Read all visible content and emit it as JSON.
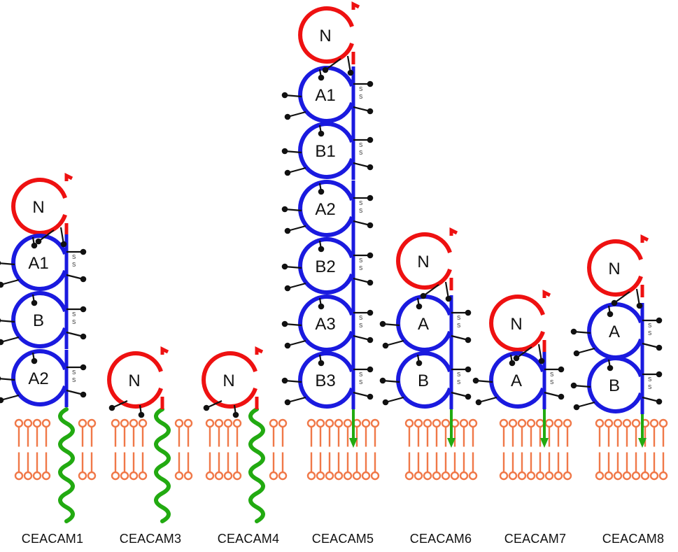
{
  "colors": {
    "n_domain": "#ee1111",
    "ig_domain": "#1a1adf",
    "transmembrane": "#22aa11",
    "membrane": "#f07848",
    "glycan": "#111111",
    "disulfide": "#555555"
  },
  "disulfide_glyph": "s",
  "molecules": [
    {
      "name": "CEACAM1",
      "anchor": "transmembrane",
      "domains": [
        {
          "label": "N",
          "type": "N"
        },
        {
          "label": "A1",
          "type": "Ig"
        },
        {
          "label": "B",
          "type": "Ig"
        },
        {
          "label": "A2",
          "type": "Ig"
        }
      ]
    },
    {
      "name": "CEACAM3",
      "anchor": "transmembrane",
      "domains": [
        {
          "label": "N",
          "type": "N"
        }
      ]
    },
    {
      "name": "CEACAM4",
      "anchor": "transmembrane",
      "domains": [
        {
          "label": "N",
          "type": "N"
        }
      ]
    },
    {
      "name": "CEACAM5",
      "anchor": "GPI",
      "domains": [
        {
          "label": "N",
          "type": "N"
        },
        {
          "label": "A1",
          "type": "Ig"
        },
        {
          "label": "B1",
          "type": "Ig"
        },
        {
          "label": "A2",
          "type": "Ig"
        },
        {
          "label": "B2",
          "type": "Ig"
        },
        {
          "label": "A3",
          "type": "Ig"
        },
        {
          "label": "B3",
          "type": "Ig"
        }
      ]
    },
    {
      "name": "CEACAM6",
      "anchor": "GPI",
      "domains": [
        {
          "label": "N",
          "type": "N"
        },
        {
          "label": "A",
          "type": "Ig"
        },
        {
          "label": "B",
          "type": "Ig"
        }
      ]
    },
    {
      "name": "CEACAM7",
      "anchor": "GPI",
      "domains": [
        {
          "label": "N",
          "type": "N"
        },
        {
          "label": "A",
          "type": "Ig"
        }
      ]
    },
    {
      "name": "CEACAM8",
      "anchor": "GPI",
      "domains": [
        {
          "label": "N",
          "type": "N"
        },
        {
          "label": "A",
          "type": "Ig"
        },
        {
          "label": "B",
          "type": "Ig"
        }
      ]
    }
  ]
}
